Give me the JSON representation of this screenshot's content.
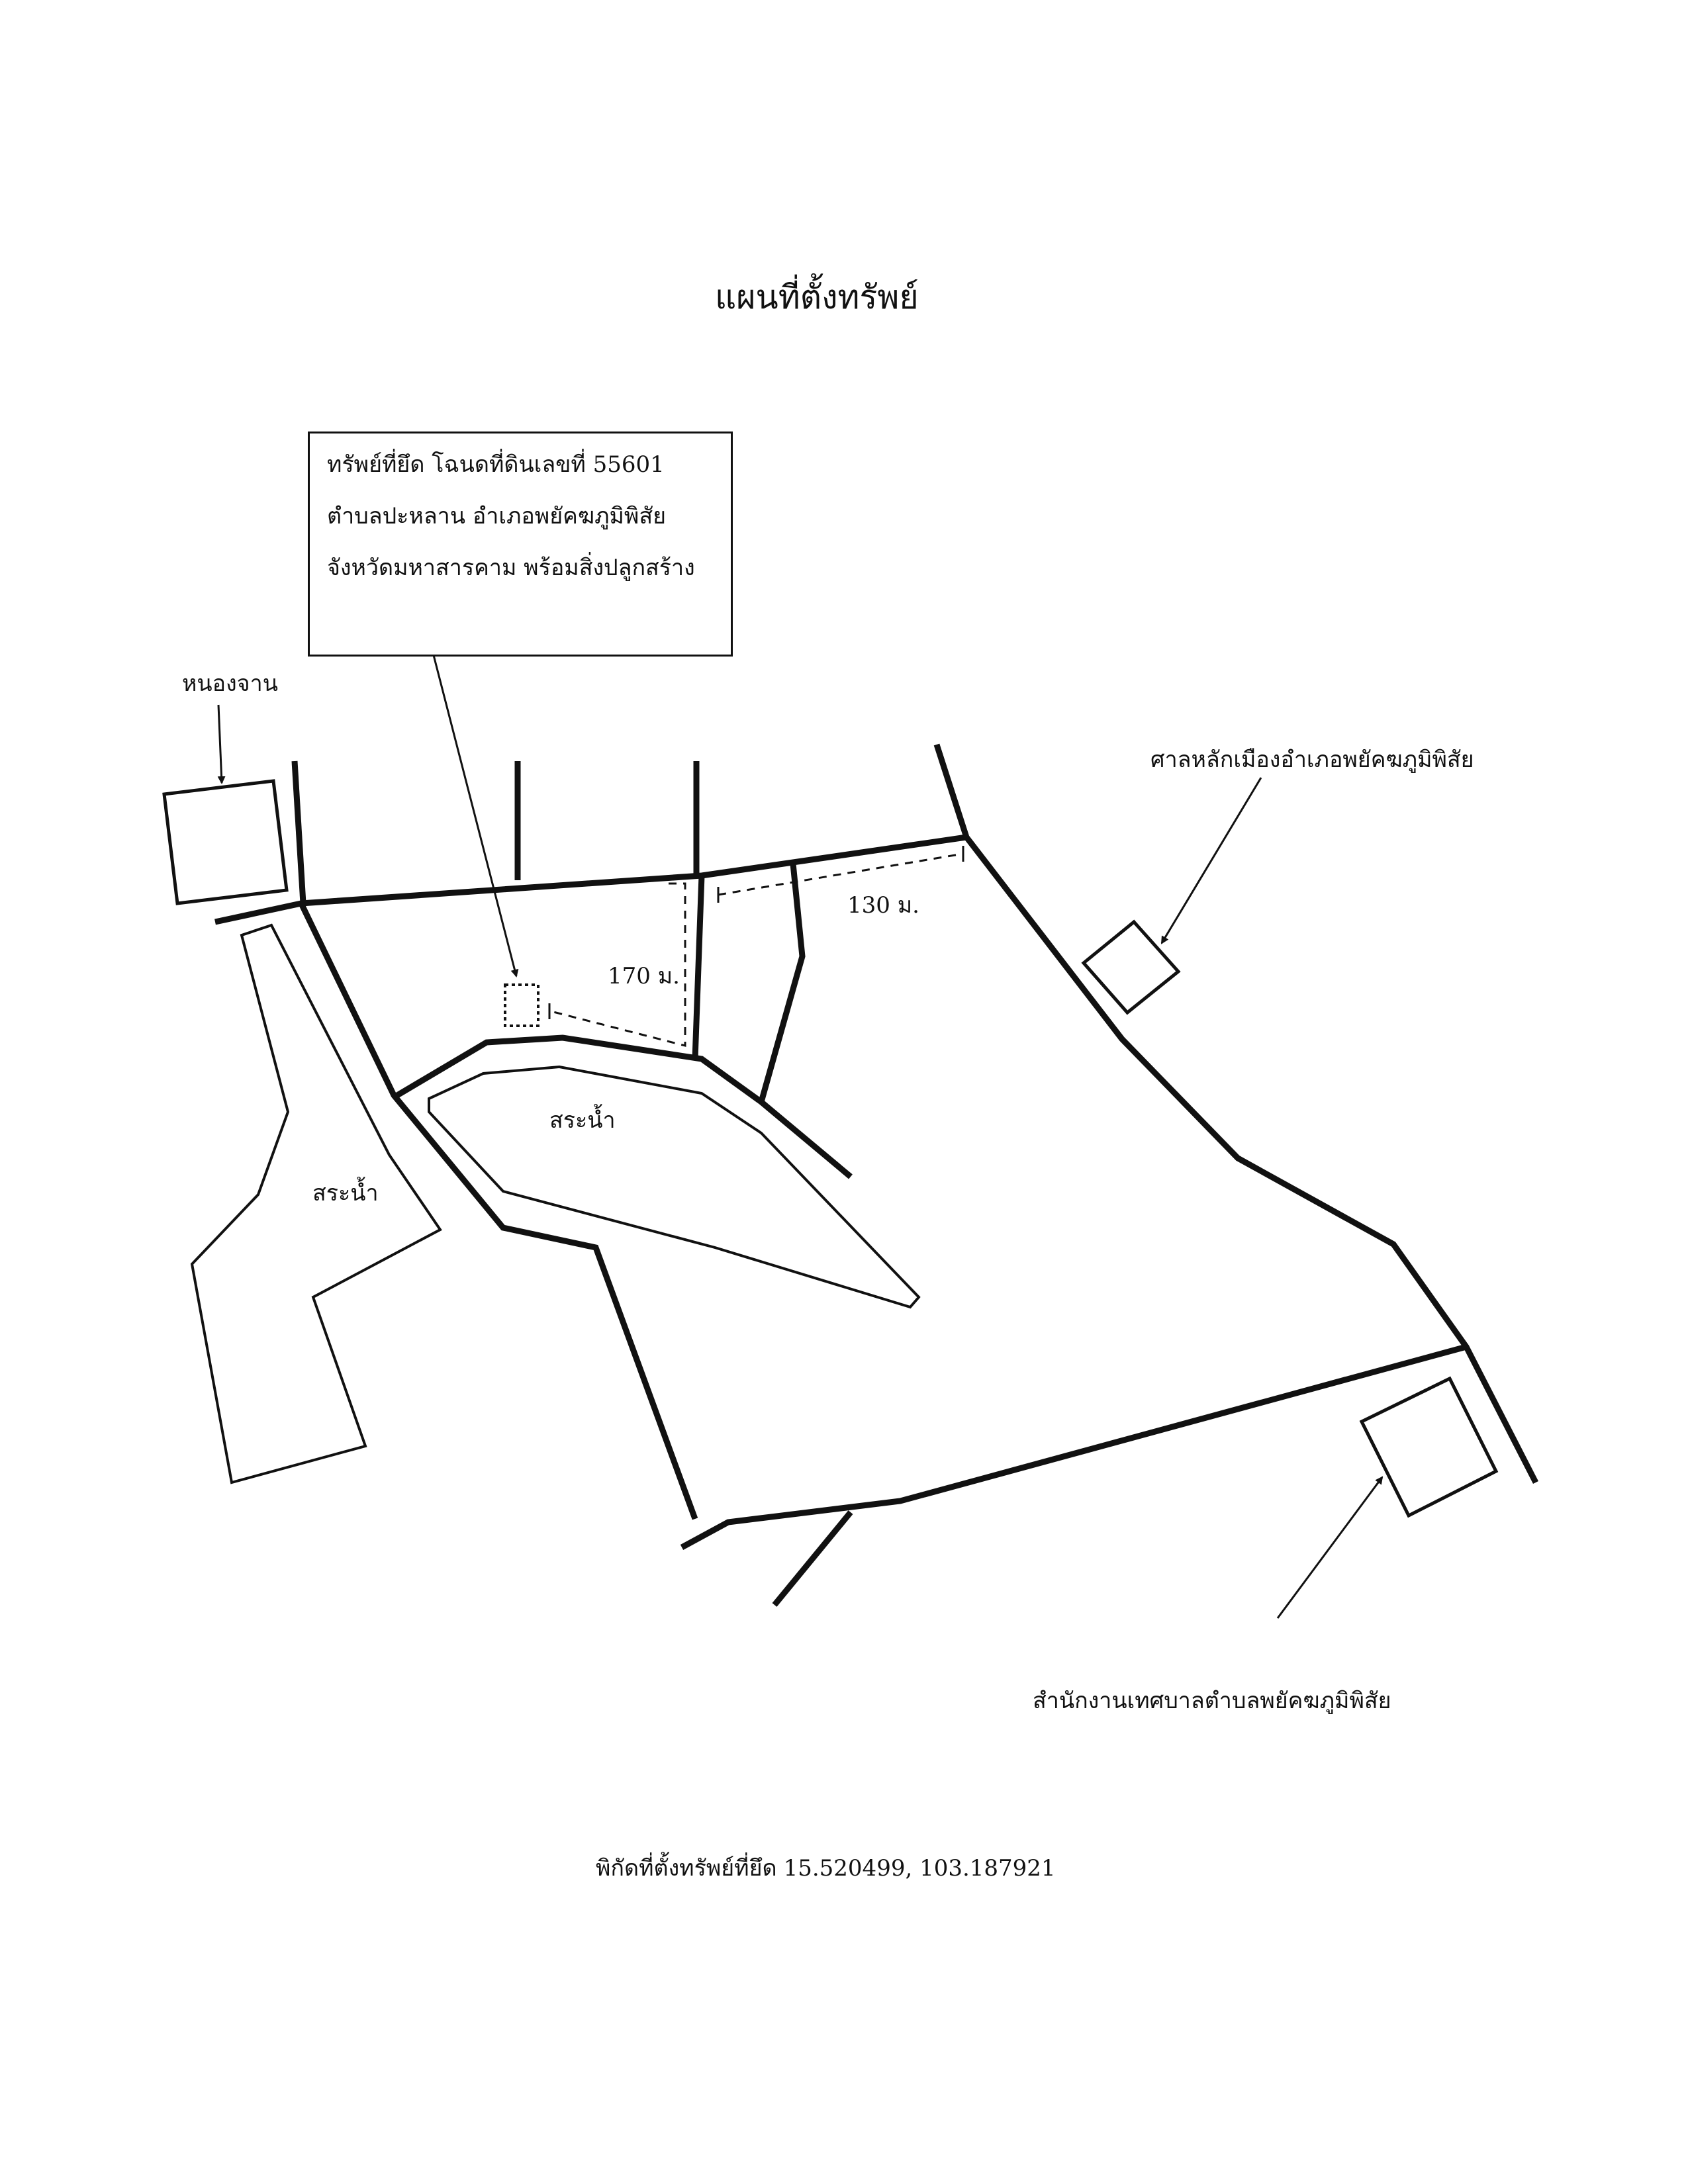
{
  "title": "แผนที่ตั้งทรัพย์",
  "info_box": {
    "lines": [
      "ทรัพย์ที่ยึด โฉนดที่ดินเลขที่ 55601",
      "ตำบลปะหลาน อำเภอพยัคฆภูมิพิสัย",
      "จังหวัดมหาสารคาม  พร้อมสิ่งปลูกสร้าง"
    ]
  },
  "labels": {
    "nong_chan": "หนองจาน",
    "shrine": "ศาลหลักเมืองอำเภอพยัคฆภูมิพิสัย",
    "municipal_office": "สำนักงานเทศบาลตำบลพยัคฆภูมิพิสัย",
    "pond_left": "สระน้ำ",
    "pond_center": "สระน้ำ",
    "distance_vertical": "170 ม.",
    "distance_horizontal": "130 ม."
  },
  "coordinates": {
    "label": "พิกัดที่ตั้งทรัพย์ที่ยึด",
    "value": "15.520499, 103.187921"
  },
  "colors": {
    "ink": "#111111",
    "paper": "#ffffff"
  }
}
